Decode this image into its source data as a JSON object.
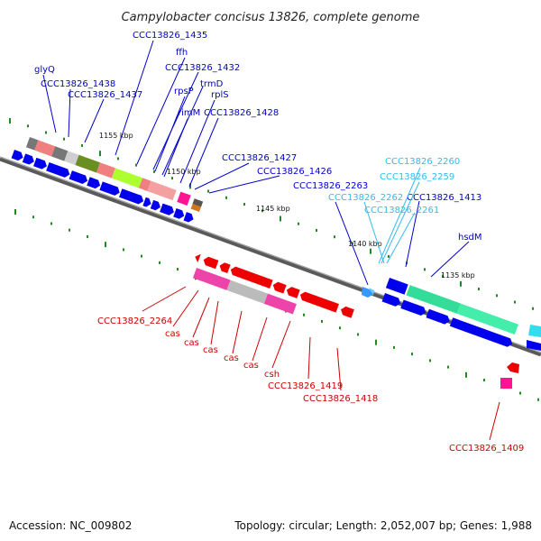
{
  "title": "Campylobacter concisus 13826, complete genome",
  "footer": {
    "accession": "Accession: NC_009802",
    "topology": "Topology: circular; Length: 2,052,007 bp; Genes: 1,988"
  },
  "colors": {
    "forward_label": "#0000cc",
    "reverse_label": "#cc0000",
    "rna_label": "#33bbee",
    "backbone": "#777777",
    "ticks": "#228822"
  },
  "scale_labels": [
    "1155 kbp",
    "1150 kbp",
    "1145 kbp",
    "1140 kbp",
    "1135 kbp"
  ],
  "gene_labels": {
    "forward": [
      "glyQ",
      "CCC13826_1438",
      "CCC13826_1437",
      "CCC13826_1435",
      "ffh",
      "CCC13826_1432",
      "rpsP",
      "trmD",
      "rimM",
      "rplS",
      "CCC13826_1428",
      "CCC13826_1427",
      "CCC13826_1426",
      "CCC13826_1413",
      "hsdM"
    ],
    "rna": [
      "CCC13826_2263",
      "CCC13826_2260",
      "CCC13826_2259",
      "CCC13826_2262",
      "CCC13826_2261"
    ],
    "reverse": [
      "CCC13826_2264",
      "cas",
      "cas",
      "cas",
      "cas",
      "cas",
      "csh",
      "CCC13826_1419",
      "CCC13826_1418",
      "CCC13826_1409"
    ]
  }
}
